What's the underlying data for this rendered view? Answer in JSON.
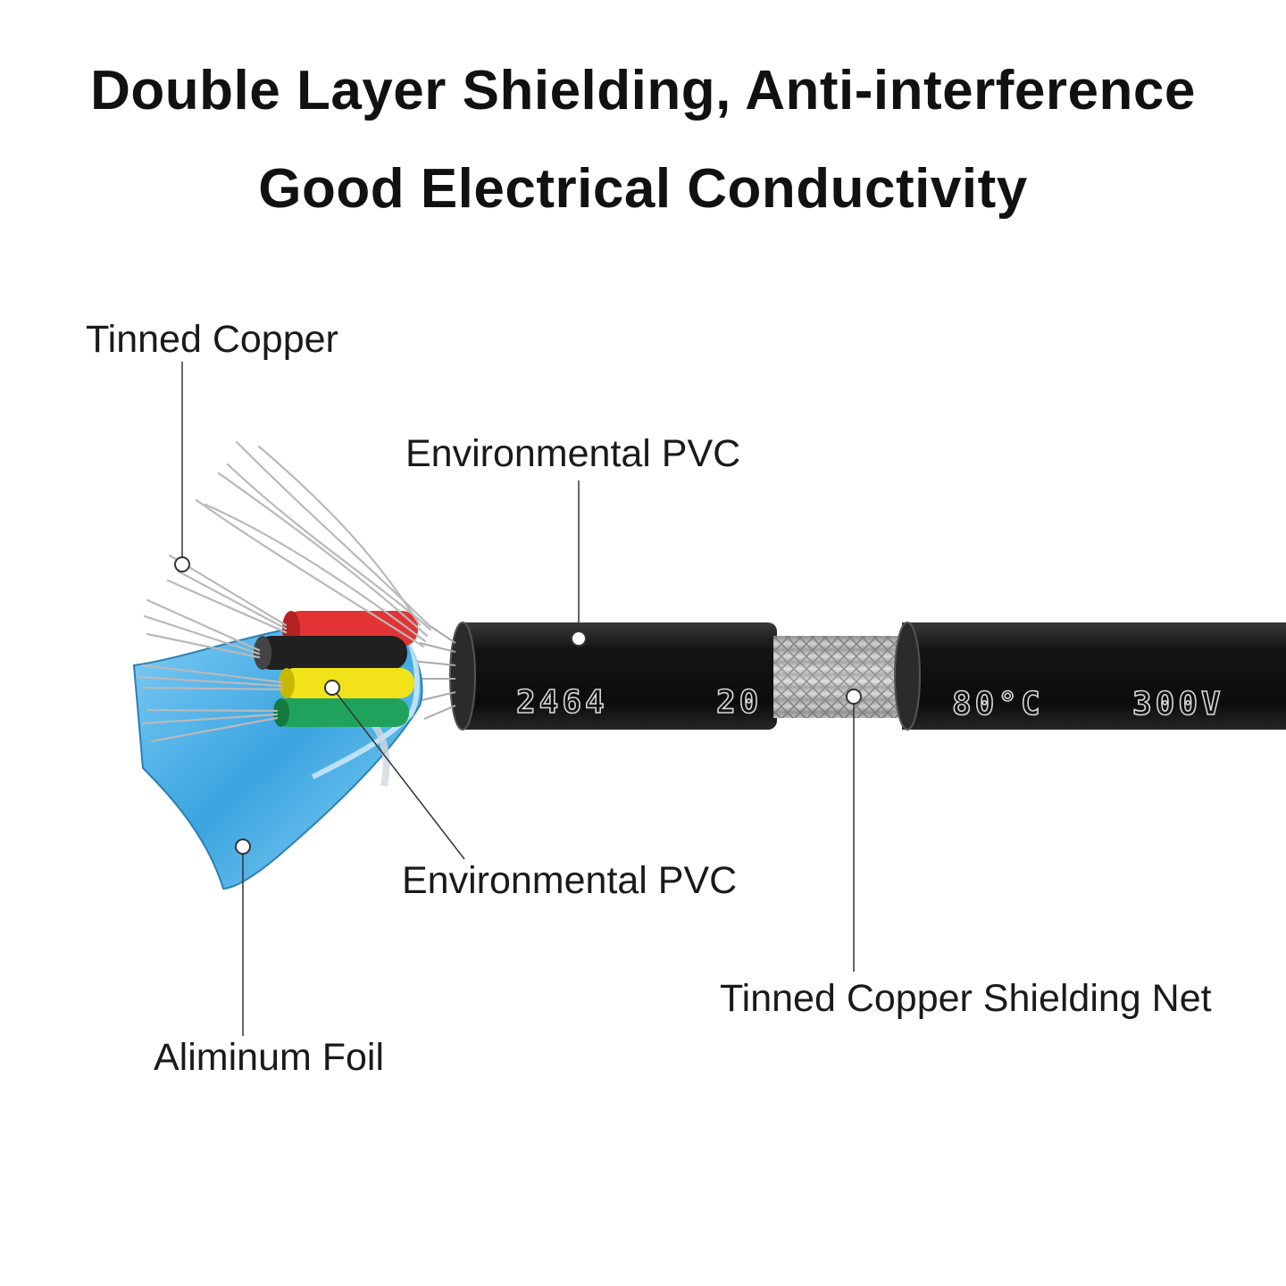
{
  "headline": {
    "line1": "Double Layer Shielding, Anti-interference",
    "line2": "Good Electrical Conductivity"
  },
  "callouts": {
    "tinned_copper": "Tinned Copper",
    "jacket_pvc": "Environmental PVC",
    "core_pvc": "Environmental PVC",
    "shielding_net": "Tinned Copper Shielding Net",
    "aluminum_foil": "Aliminum Foil"
  },
  "cable_print": {
    "seg1": "2464",
    "seg2": "20",
    "seg3": "80°C",
    "seg4": "300V"
  },
  "colors": {
    "jacket": "#141414",
    "foil": "#4fb3e8",
    "core_red": "#e23434",
    "core_yellow": "#f2e21a",
    "core_green": "#1fa35c",
    "core_black": "#202020",
    "copper_strands": "#b9b9b9"
  }
}
